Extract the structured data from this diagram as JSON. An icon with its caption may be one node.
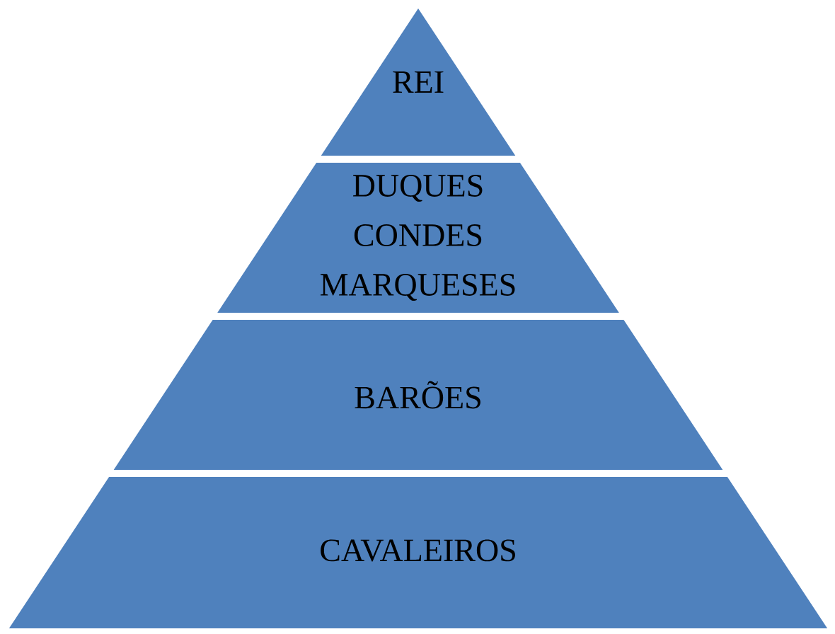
{
  "diagram": {
    "nodes": [
      {
        "text": [
          "REI"
        ]
      },
      {
        "text": [
          "DUQUES",
          "CONDES",
          "MARQUESES"
        ]
      },
      {
        "text": [
          "BARÕES"
        ]
      },
      {
        "text": [
          "CAVALEIROS"
        ]
      }
    ]
  }
}
